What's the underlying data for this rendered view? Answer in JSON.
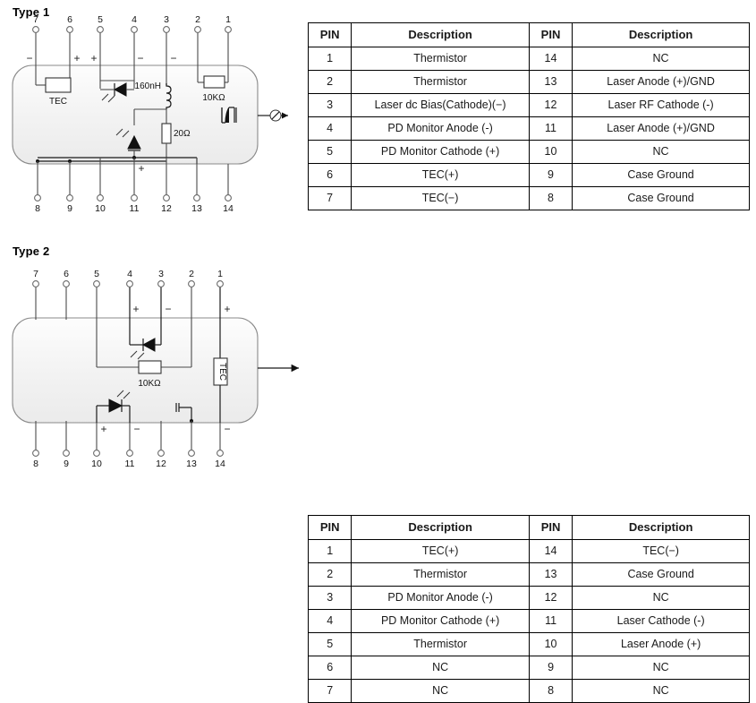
{
  "page": {
    "title_type1": "Type 1",
    "title_type2": "Type 2"
  },
  "table_headers": {
    "pin": "PIN",
    "description": "Description"
  },
  "type1": {
    "title": "Type 1",
    "diagram": {
      "top_pins": [
        "7",
        "6",
        "5",
        "4",
        "3",
        "2",
        "1"
      ],
      "bottom_pins": [
        "8",
        "9",
        "10",
        "11",
        "12",
        "13",
        "14"
      ],
      "top_polarities": [
        "−",
        "+",
        "+",
        "−",
        "−",
        "",
        ""
      ],
      "bottom_polarities": [
        "",
        "",
        "",
        "+",
        "",
        "",
        ""
      ],
      "components": {
        "tec": "TEC",
        "inductor": "160nH",
        "resistor_thermistor": "10KΩ",
        "resistor_rf": "20Ω",
        "isolator": "isolator-symbol",
        "optical_output": "optical-output-port"
      }
    },
    "table": {
      "rows": [
        {
          "pin_l": "1",
          "desc_l": "Thermistor",
          "pin_r": "14",
          "desc_r": "NC"
        },
        {
          "pin_l": "2",
          "desc_l": "Thermistor",
          "pin_r": "13",
          "desc_r": "Laser Anode (+)/GND"
        },
        {
          "pin_l": "3",
          "desc_l": "Laser dc Bias(Cathode)(−)",
          "pin_r": "12",
          "desc_r": "Laser RF Cathode (-)"
        },
        {
          "pin_l": "4",
          "desc_l": "PD Monitor Anode (-)",
          "pin_r": "11",
          "desc_r": "Laser Anode (+)/GND"
        },
        {
          "pin_l": "5",
          "desc_l": "PD Monitor Cathode (+)",
          "pin_r": "10",
          "desc_r": "NC"
        },
        {
          "pin_l": "6",
          "desc_l": "TEC(+)",
          "pin_r": "9",
          "desc_r": "Case Ground"
        },
        {
          "pin_l": "7",
          "desc_l": "TEC(−)",
          "pin_r": "8",
          "desc_r": "Case Ground"
        }
      ]
    }
  },
  "type2": {
    "title": "Type 2",
    "diagram": {
      "top_pins": [
        "7",
        "6",
        "5",
        "4",
        "3",
        "2",
        "1"
      ],
      "bottom_pins": [
        "8",
        "9",
        "10",
        "11",
        "12",
        "13",
        "14"
      ],
      "top_polarities": [
        "",
        "",
        "",
        "+",
        "−",
        "",
        "+"
      ],
      "bottom_polarities": [
        "",
        "",
        "+",
        "−",
        "",
        "",
        "−"
      ],
      "components": {
        "resistor_thermistor": "10KΩ",
        "tec": "TEC",
        "case_ground": "case-ground-symbol",
        "optical_output": "optical-output-arrow"
      }
    },
    "table": {
      "rows": [
        {
          "pin_l": "1",
          "desc_l": "TEC(+)",
          "pin_r": "14",
          "desc_r": "TEC(−)"
        },
        {
          "pin_l": "2",
          "desc_l": "Thermistor",
          "pin_r": "13",
          "desc_r": "Case Ground"
        },
        {
          "pin_l": "3",
          "desc_l": "PD Monitor Anode (-)",
          "pin_r": "12",
          "desc_r": "NC"
        },
        {
          "pin_l": "4",
          "desc_l": "PD Monitor Cathode (+)",
          "pin_r": "11",
          "desc_r": "Laser Cathode (-)"
        },
        {
          "pin_l": "5",
          "desc_l": "Thermistor",
          "pin_r": "10",
          "desc_r": "Laser Anode (+)"
        },
        {
          "pin_l": "6",
          "desc_l": "NC",
          "pin_r": "9",
          "desc_r": "NC"
        },
        {
          "pin_l": "7",
          "desc_l": "NC",
          "pin_r": "8",
          "desc_r": "NC"
        }
      ]
    }
  },
  "colors": {
    "line": "#4a4a4a",
    "text": "#1a1a1a",
    "body_fill": "#f4f4f4",
    "border": "#8a8a8a"
  }
}
